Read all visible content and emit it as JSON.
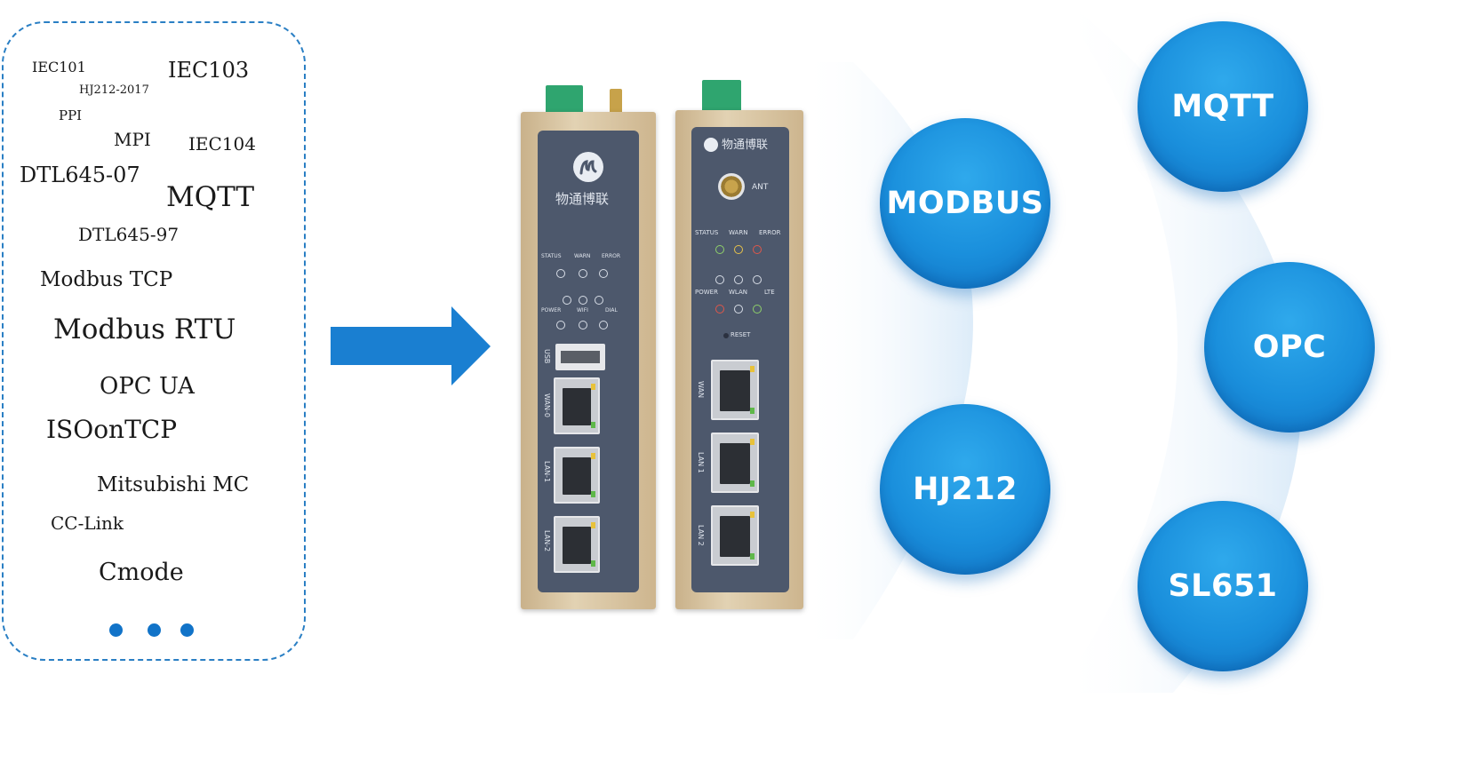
{
  "protocols": {
    "items": [
      {
        "label": "IEC101"
      },
      {
        "label": "IEC103"
      },
      {
        "label": "HJ212-2017"
      },
      {
        "label": "PPI"
      },
      {
        "label": "MPI"
      },
      {
        "label": "IEC104"
      },
      {
        "label": "DTL645-07"
      },
      {
        "label": "MQTT"
      },
      {
        "label": "DTL645-97"
      },
      {
        "label": "Modbus TCP"
      },
      {
        "label": "Modbus RTU"
      },
      {
        "label": "OPC UA"
      },
      {
        "label": "ISOonTCP"
      },
      {
        "label": "Mitsubishi MC"
      },
      {
        "label": "CC-Link"
      },
      {
        "label": "Cmode"
      }
    ],
    "ellipsis_dots": 3
  },
  "device1": {
    "brand": "物通博联",
    "led_row1": [
      "STATUS",
      "WARN",
      "ERROR"
    ],
    "led_row2": [
      "POWER",
      "WIFI",
      "DIAL"
    ],
    "ports": [
      "USB",
      "WAN-0",
      "LAN-1",
      "LAN-2"
    ]
  },
  "device2": {
    "brand": "物通博联",
    "antenna": "ANT",
    "led_row1": [
      "STATUS",
      "WARN",
      "ERROR"
    ],
    "led_row2": [
      "POWER",
      "WLAN",
      "LTE"
    ],
    "reset": "RESET",
    "ports": [
      "WAN",
      "LAN 1",
      "LAN 2"
    ]
  },
  "bubbles": {
    "modbus": "MODBUS",
    "hj212": "HJ212",
    "mqtt": "MQTT",
    "opc": "OPC",
    "sl651": "SL651"
  },
  "colors": {
    "accent": "#1a8fdc",
    "dash_border": "#2a7fc4",
    "panel": "#4d586c",
    "shell": "#d8c39f",
    "terminal": "#2fa56f"
  }
}
